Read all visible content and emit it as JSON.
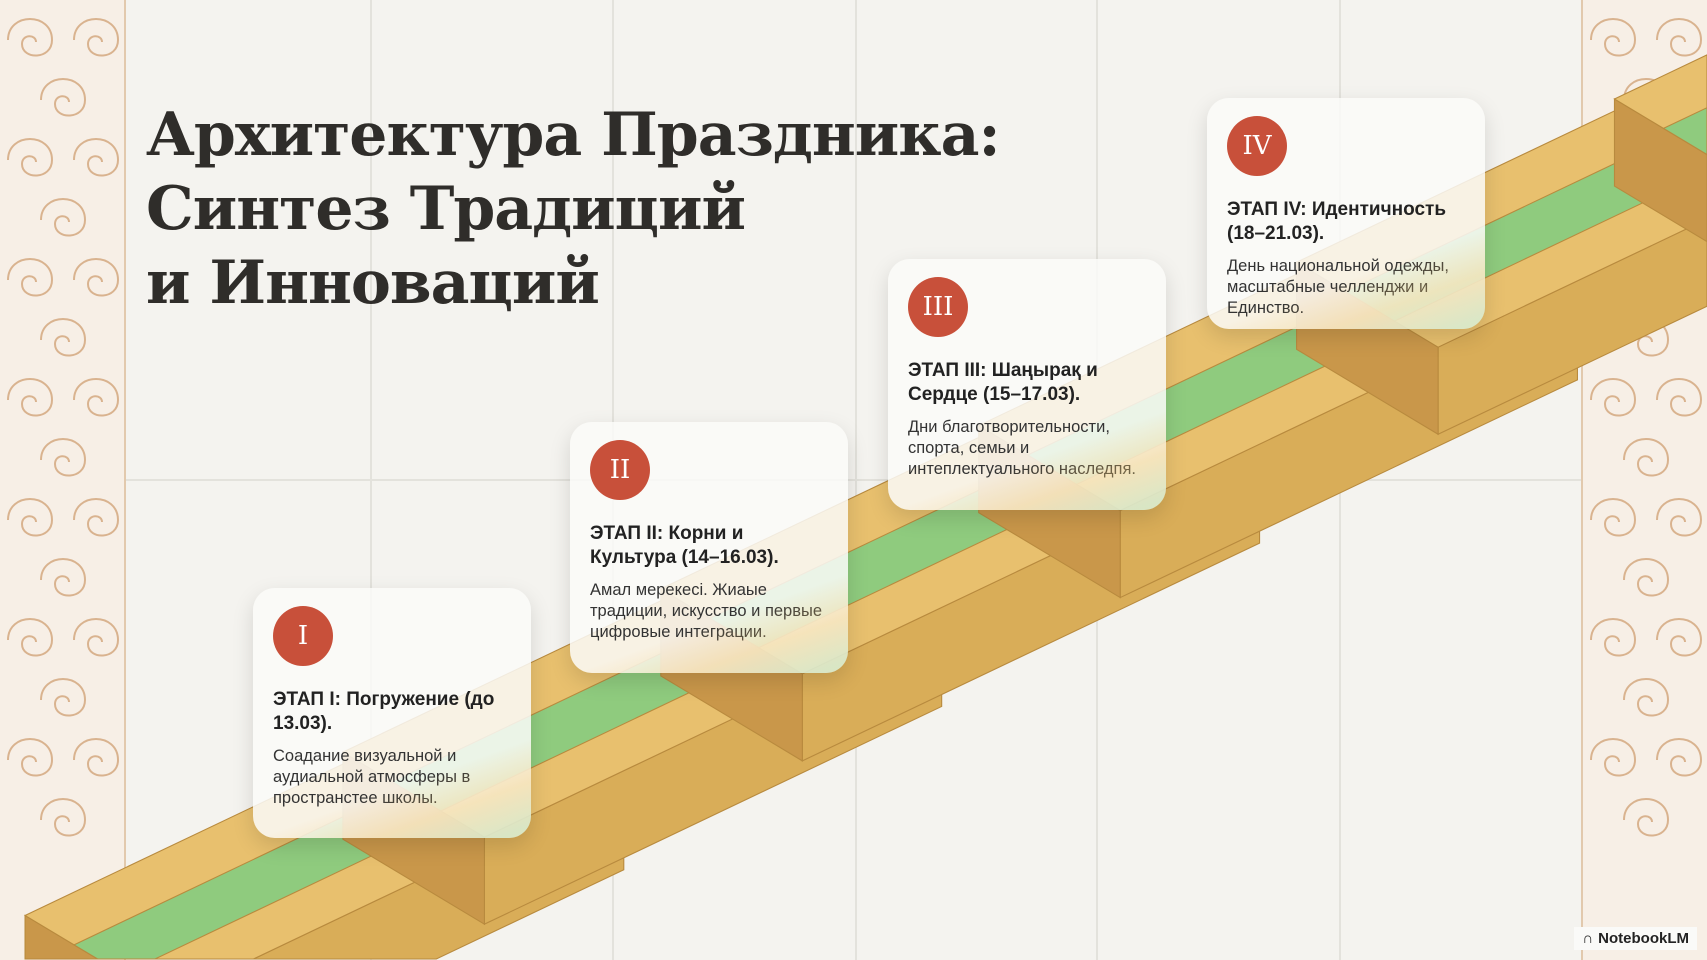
{
  "title": {
    "line1": "Архитектура Праздника:",
    "line2": "Синтез Традиций",
    "line3": "и Инноваций"
  },
  "stages": [
    {
      "numeral": "I",
      "heading": "ЭТАП I: Погружение (до 13.03).",
      "text": "Соадание визуальной и аудиальной атмосферы в пространстее школы."
    },
    {
      "numeral": "II",
      "heading": "ЭТАП II: Корни и Культура (14–16.03).",
      "text": "Амал мерекесі. Жиаые традиции, искусство и первые цифровые интеграции."
    },
    {
      "numeral": "III",
      "heading": "ЭТАП III: Шаңырақ и Сердце (15–17.03).",
      "text": "Дни благотворительности, спорта, семьи и интеплектуального наследпя."
    },
    {
      "numeral": "IV",
      "heading": "ЭТАП IV: Идентичность (18–21.03).",
      "text": "День национальной одежды, масштабные челленджи и Единство."
    }
  ],
  "watermark": "NotebookLM",
  "colors": {
    "badge": "#c8503a",
    "tread": "#8fcb7e",
    "step": "#e8c06e",
    "riser": "#c9974a",
    "ornament": "#d9b38f"
  }
}
